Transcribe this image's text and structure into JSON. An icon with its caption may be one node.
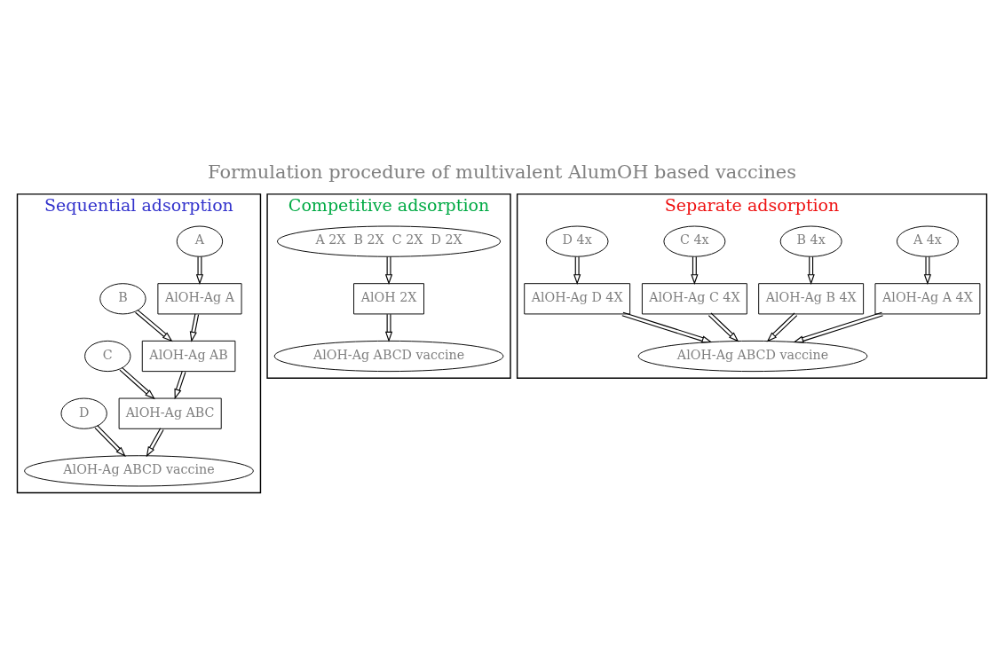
{
  "diagram": {
    "title": "Formulation procedure of multivalent AlumOH based vaccines",
    "nodes": [
      {
        "text": [
          "Sequential adsorption"
        ]
      },
      {
        "text": [
          "A"
        ],
        "in": 0
      },
      {
        "text": [
          "AlOH-Ag A"
        ],
        "in": 0
      },
      {
        "text": [
          "B"
        ],
        "in": 0
      },
      {
        "text": [
          "AlOH-Ag AB"
        ],
        "in": 0
      },
      {
        "text": [
          "C"
        ],
        "in": 0
      },
      {
        "text": [
          "AlOH-Ag ABC"
        ],
        "in": 0
      },
      {
        "text": [
          "D"
        ],
        "in": 0
      },
      {
        "text": [
          "AlOH-Ag ABCD vaccine"
        ],
        "in": 0
      },
      {
        "text": [
          "Competitive adsorption"
        ]
      },
      {
        "text": [
          "A 2X",
          "B 2X",
          "C 2X",
          "D 2X"
        ],
        "in": 9
      },
      {
        "text": [
          "AlOH 2X"
        ],
        "in": 9
      },
      {
        "text": [
          "AlOH-Ag ABCD vaccine"
        ],
        "in": 9
      },
      {
        "text": [
          "Separate adsorption"
        ]
      },
      {
        "text": [
          "A 4x"
        ],
        "in": 13
      },
      {
        "text": [
          "B 4x"
        ],
        "in": 13
      },
      {
        "text": [
          "C 4x"
        ],
        "in": 13
      },
      {
        "text": [
          "D 4x"
        ],
        "in": 13
      },
      {
        "text": [
          "AlOH-Ag A 4X"
        ],
        "in": 13
      },
      {
        "text": [
          "AlOH-Ag B 4X"
        ],
        "in": 13
      },
      {
        "text": [
          "AlOH-Ag C 4X"
        ],
        "in": 13
      },
      {
        "text": [
          "AlOH-Ag D 4X"
        ],
        "in": 13
      },
      {
        "text": [
          "AlOH-Ag ABCD vaccine"
        ],
        "in": 13
      }
    ],
    "edges": [
      {
        "from": 1,
        "to": 2,
        "arrow": "to"
      },
      {
        "from": 2,
        "to": 4,
        "arrow": "to"
      },
      {
        "from": 3,
        "to": 4,
        "arrow": "to"
      },
      {
        "from": 4,
        "to": 6,
        "arrow": "to"
      },
      {
        "from": 5,
        "to": 6,
        "arrow": "to"
      },
      {
        "from": 6,
        "to": 8,
        "arrow": "to"
      },
      {
        "from": 7,
        "to": 8,
        "arrow": "to"
      },
      {
        "from": 10,
        "to": 11,
        "arrow": "to"
      },
      {
        "from": 11,
        "to": 12,
        "arrow": "to"
      },
      {
        "from": 14,
        "to": 18,
        "arrow": "to"
      },
      {
        "from": 15,
        "to": 19,
        "arrow": "to"
      },
      {
        "from": 16,
        "to": 20,
        "arrow": "to"
      },
      {
        "from": 17,
        "to": 21,
        "arrow": "to"
      },
      {
        "from": 18,
        "to": 22,
        "arrow": "to"
      },
      {
        "from": 19,
        "to": 22,
        "arrow": "to"
      },
      {
        "from": 20,
        "to": 22,
        "arrow": "to"
      },
      {
        "from": 21,
        "to": 22,
        "arrow": "to"
      }
    ]
  }
}
